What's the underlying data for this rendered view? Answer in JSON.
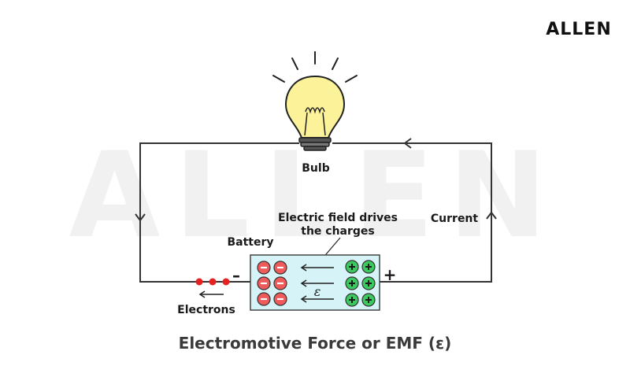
{
  "brand": {
    "logo": "ALLEN",
    "watermark": "ALLEN"
  },
  "labels": {
    "bulb": "Bulb",
    "current": "Current",
    "battery": "Battery",
    "field_line1": "Electric field drives",
    "field_line2": "the charges",
    "minus_terminal": "–",
    "plus_terminal": "+",
    "electrons": "Electrons",
    "emf_symbol": "ε"
  },
  "title": "Electromotive Force or EMF (ε)",
  "colors": {
    "wire": "#333333",
    "bulb_glass": "#fbf29a",
    "battery_fill": "#d6f4f7",
    "negative_charge": "#ef5a5a",
    "positive_charge": "#3cc95f",
    "electron": "#e52222"
  }
}
